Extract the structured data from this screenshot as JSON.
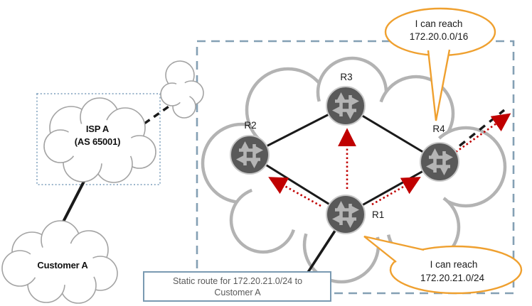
{
  "diagram": {
    "isp_cloud": {
      "line1": "ISP A",
      "line2": "(AS 65001)"
    },
    "customer_cloud": {
      "label": "Customer A"
    },
    "routers": {
      "r1": "R1",
      "r2": "R2",
      "r3": "R3",
      "r4": "R4"
    },
    "callout_top": {
      "line1": "I can reach",
      "line2": "172.20.0.0/16"
    },
    "callout_bottom": {
      "line1": "I can reach",
      "line2": "172.20.21.0/24"
    },
    "note_box": {
      "line1": "Static route for 172.20.21.0/24 to",
      "line2": "Customer A"
    },
    "colors": {
      "callout_orange": "#efa02f",
      "advert_red": "#c00000",
      "as_boundary_blue": "#84a0b4",
      "isp_boundary_blue": "#9cb6cc",
      "router_body": "#595959",
      "router_arrows": "#b5b5b5",
      "cloud_gray": "#b3b3b3",
      "note_border": "#7a9ab2"
    }
  }
}
